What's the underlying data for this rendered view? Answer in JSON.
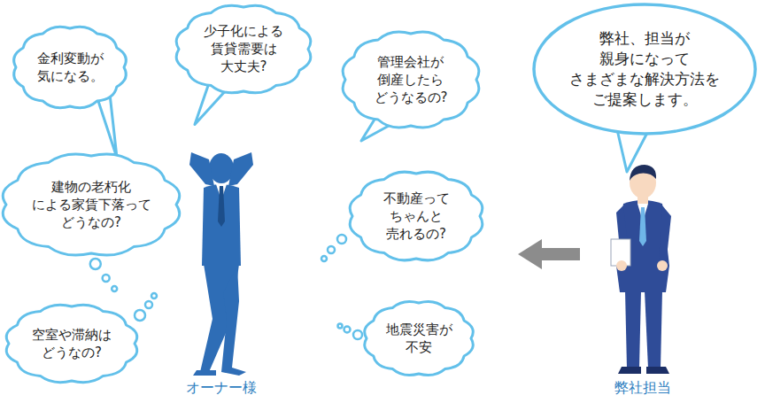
{
  "diagram": {
    "nodes": [
      {
        "text": [
          "金利変動が 気になる。"
        ]
      },
      {
        "text": [
          "少子化による 賃貸需要は 大丈夫?"
        ]
      },
      {
        "text": [
          "管理会社が 倒産したら どうなるの?"
        ]
      },
      {
        "text": [
          "弊社、担当が 親身になって さまざまな解決方法を ご提案します。"
        ]
      },
      {
        "text": [
          "建物の老朽化 による家賃下落って どうなの?"
        ]
      },
      {
        "text": [
          "不動産って ちゃんと 売れるの?"
        ]
      },
      {
        "text": [
          "空室や滞納は どうなの?"
        ]
      },
      {
        "text": [
          "地震災害が 不安"
        ]
      }
    ],
    "labels": [
      "オーナー様",
      "弊社担当"
    ]
  }
}
